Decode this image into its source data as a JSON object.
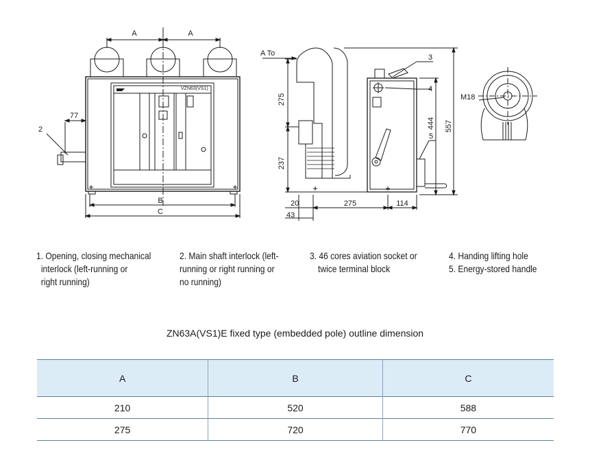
{
  "drawing": {
    "front": {
      "dim_a_left": "A",
      "dim_a_right": "A",
      "dim_77": "77",
      "label_2": "2",
      "nameplate": "VZN63(VS1)",
      "dim_b": "B",
      "dim_c": "C"
    },
    "side": {
      "a_to": "A To",
      "dim_275_v": "275",
      "dim_237": "237",
      "dim_444": "444",
      "dim_557": "557",
      "label_3": "3",
      "label_4": "4",
      "label_5": "5",
      "dim_20": "20",
      "dim_275_h": "275",
      "dim_114": "114",
      "dim_43": "43"
    },
    "detail": {
      "m18": "M18"
    }
  },
  "legend": {
    "item1": [
      "1. Opening, closing mechanical",
      "interlock (left-running or",
      "right running)"
    ],
    "item2": [
      "2. Main shaft interlock (left-",
      "running or right running or",
      "no running)"
    ],
    "item3": [
      "3. 46 cores aviation socket or",
      "twice terminal block"
    ],
    "item45": [
      "4. Handing lifting hole",
      "5. Energy-stored handle"
    ]
  },
  "caption": "ZN63A(VS1)E fixed type (embedded pole) outline dimension",
  "table": {
    "headers": [
      "A",
      "B",
      "C"
    ],
    "rows": [
      [
        "210",
        "520",
        "588"
      ],
      [
        "275",
        "720",
        "770"
      ]
    ]
  },
  "colors": {
    "header_bg": "#dcecf7",
    "rule": "#5f7f97"
  }
}
